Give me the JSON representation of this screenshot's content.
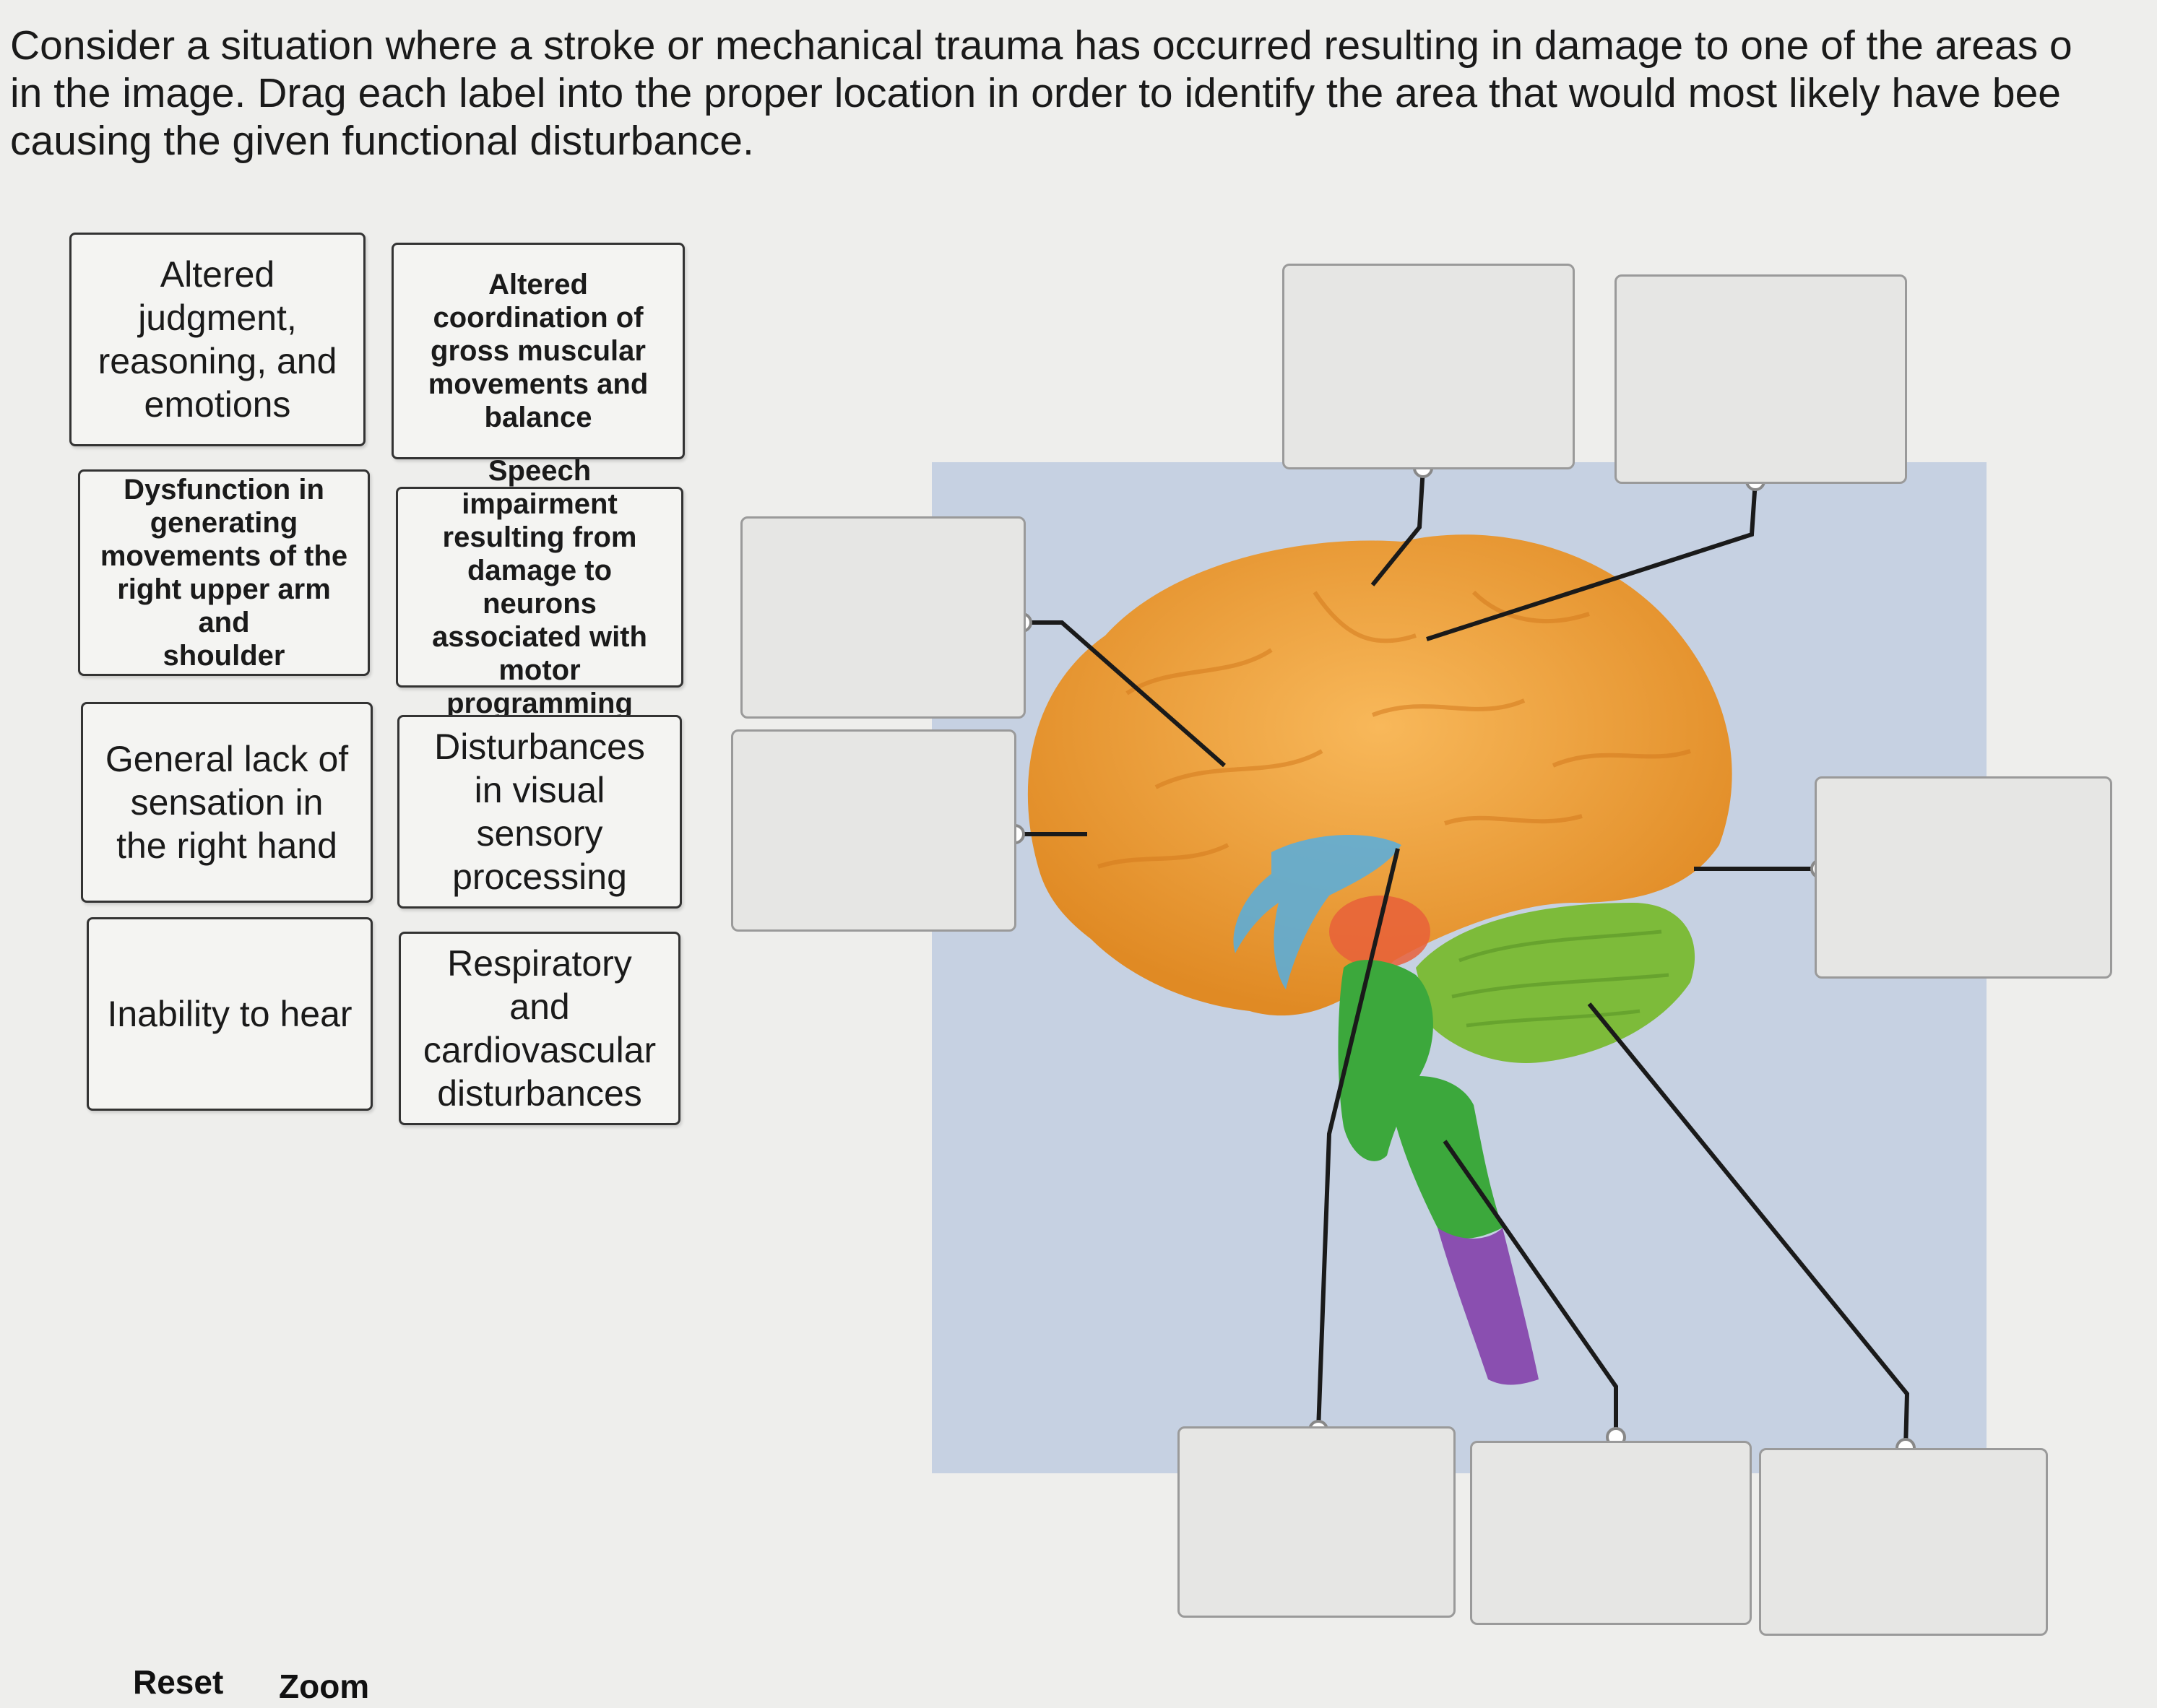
{
  "instructions": {
    "lines": [
      "Consider a situation where a stroke or mechanical trauma has occurred resulting in damage to one of the areas o",
      "in the image. Drag each label into the proper location in order to identify the area that would most likely have bee",
      "causing the given functional disturbance."
    ]
  },
  "labels": [
    {
      "lines": [
        "Altered",
        "judgment,",
        "reasoning, and",
        "emotions"
      ]
    },
    {
      "lines": [
        "Altered",
        "coordination of",
        "gross muscular",
        "movements and",
        "balance"
      ]
    },
    {
      "lines": [
        "Dysfunction in",
        "generating",
        "movements of the",
        "right upper arm and",
        "shoulder"
      ]
    },
    {
      "lines": [
        "Speech impairment",
        "resulting from",
        "damage to neurons",
        "associated with",
        "motor programming"
      ]
    },
    {
      "lines": [
        "General lack of",
        "sensation in",
        "the right hand"
      ]
    },
    {
      "lines": [
        "Disturbances",
        "in visual",
        "sensory",
        "processing"
      ]
    },
    {
      "lines": [
        "Inability to hear"
      ]
    },
    {
      "lines": [
        "Respiratory",
        "and",
        "cardiovascular",
        "disturbances"
      ]
    }
  ],
  "controls": {
    "reset": "Reset",
    "zoom": "Zoom"
  },
  "colors": {
    "cerebrum": "#f2a23a",
    "cerebellum": "#7dbb3a",
    "brainstem": "#3ca83c",
    "medulla": "#8a4fb0",
    "ventricle": "#55aee0",
    "thalamus": "#e8603a",
    "panel": "#c6d1e2"
  }
}
